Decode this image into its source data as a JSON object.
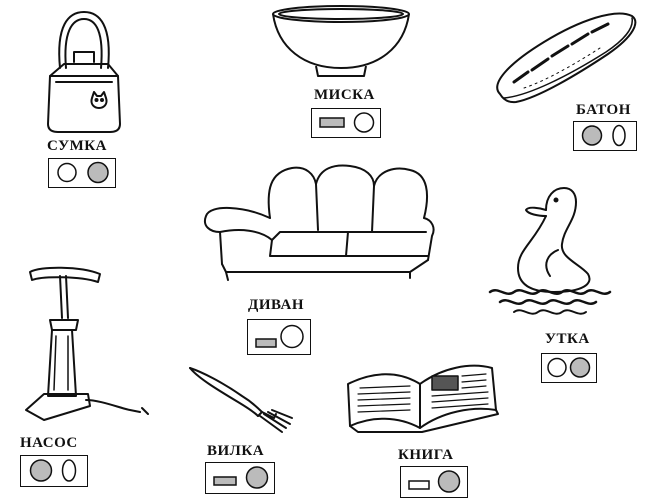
{
  "words": {
    "sumka": "СУМКА",
    "miska": "МИСКА",
    "baton": "БАТОН",
    "divan": "ДИВАН",
    "utka": "УТКА",
    "nasos": "НАСОС",
    "vilka": "ВИЛКА",
    "kniga": "КНИГА"
  }
}
